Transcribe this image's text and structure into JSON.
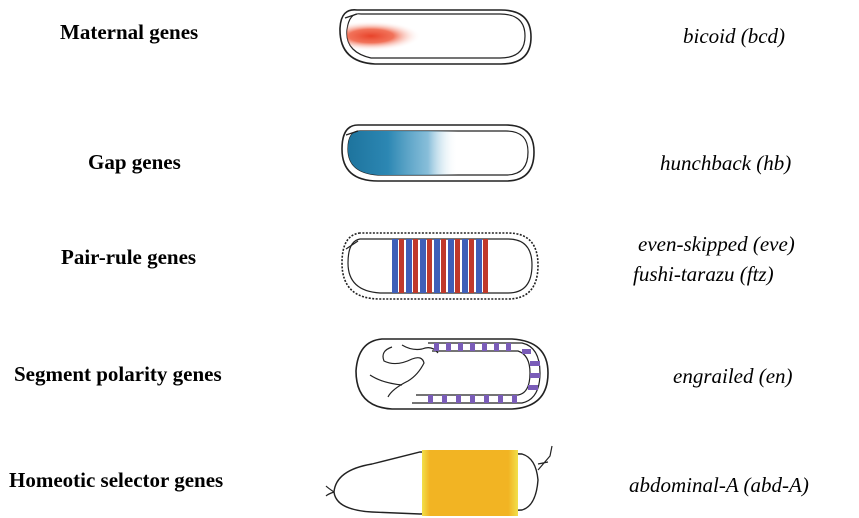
{
  "rows": [
    {
      "label": "Maternal genes",
      "genes": [
        "bicoid (bcd)"
      ],
      "color": "#e8432a"
    },
    {
      "label": "Gap genes",
      "genes": [
        "hunchback (hb)"
      ],
      "color": "#1e7ea8"
    },
    {
      "label": "Pair-rule genes",
      "genes": [
        "even-skipped (eve)",
        "fushi-tarazu (ftz)"
      ],
      "colors": [
        "#3f5fb8",
        "#c0392b"
      ]
    },
    {
      "label": "Segment polarity genes",
      "genes": [
        "engrailed (en)"
      ],
      "color": "#7a5cb8"
    },
    {
      "label": "Homeotic selector genes",
      "genes": [
        "abdominal-A (abd-A)"
      ],
      "color": "#f2b423"
    }
  ]
}
